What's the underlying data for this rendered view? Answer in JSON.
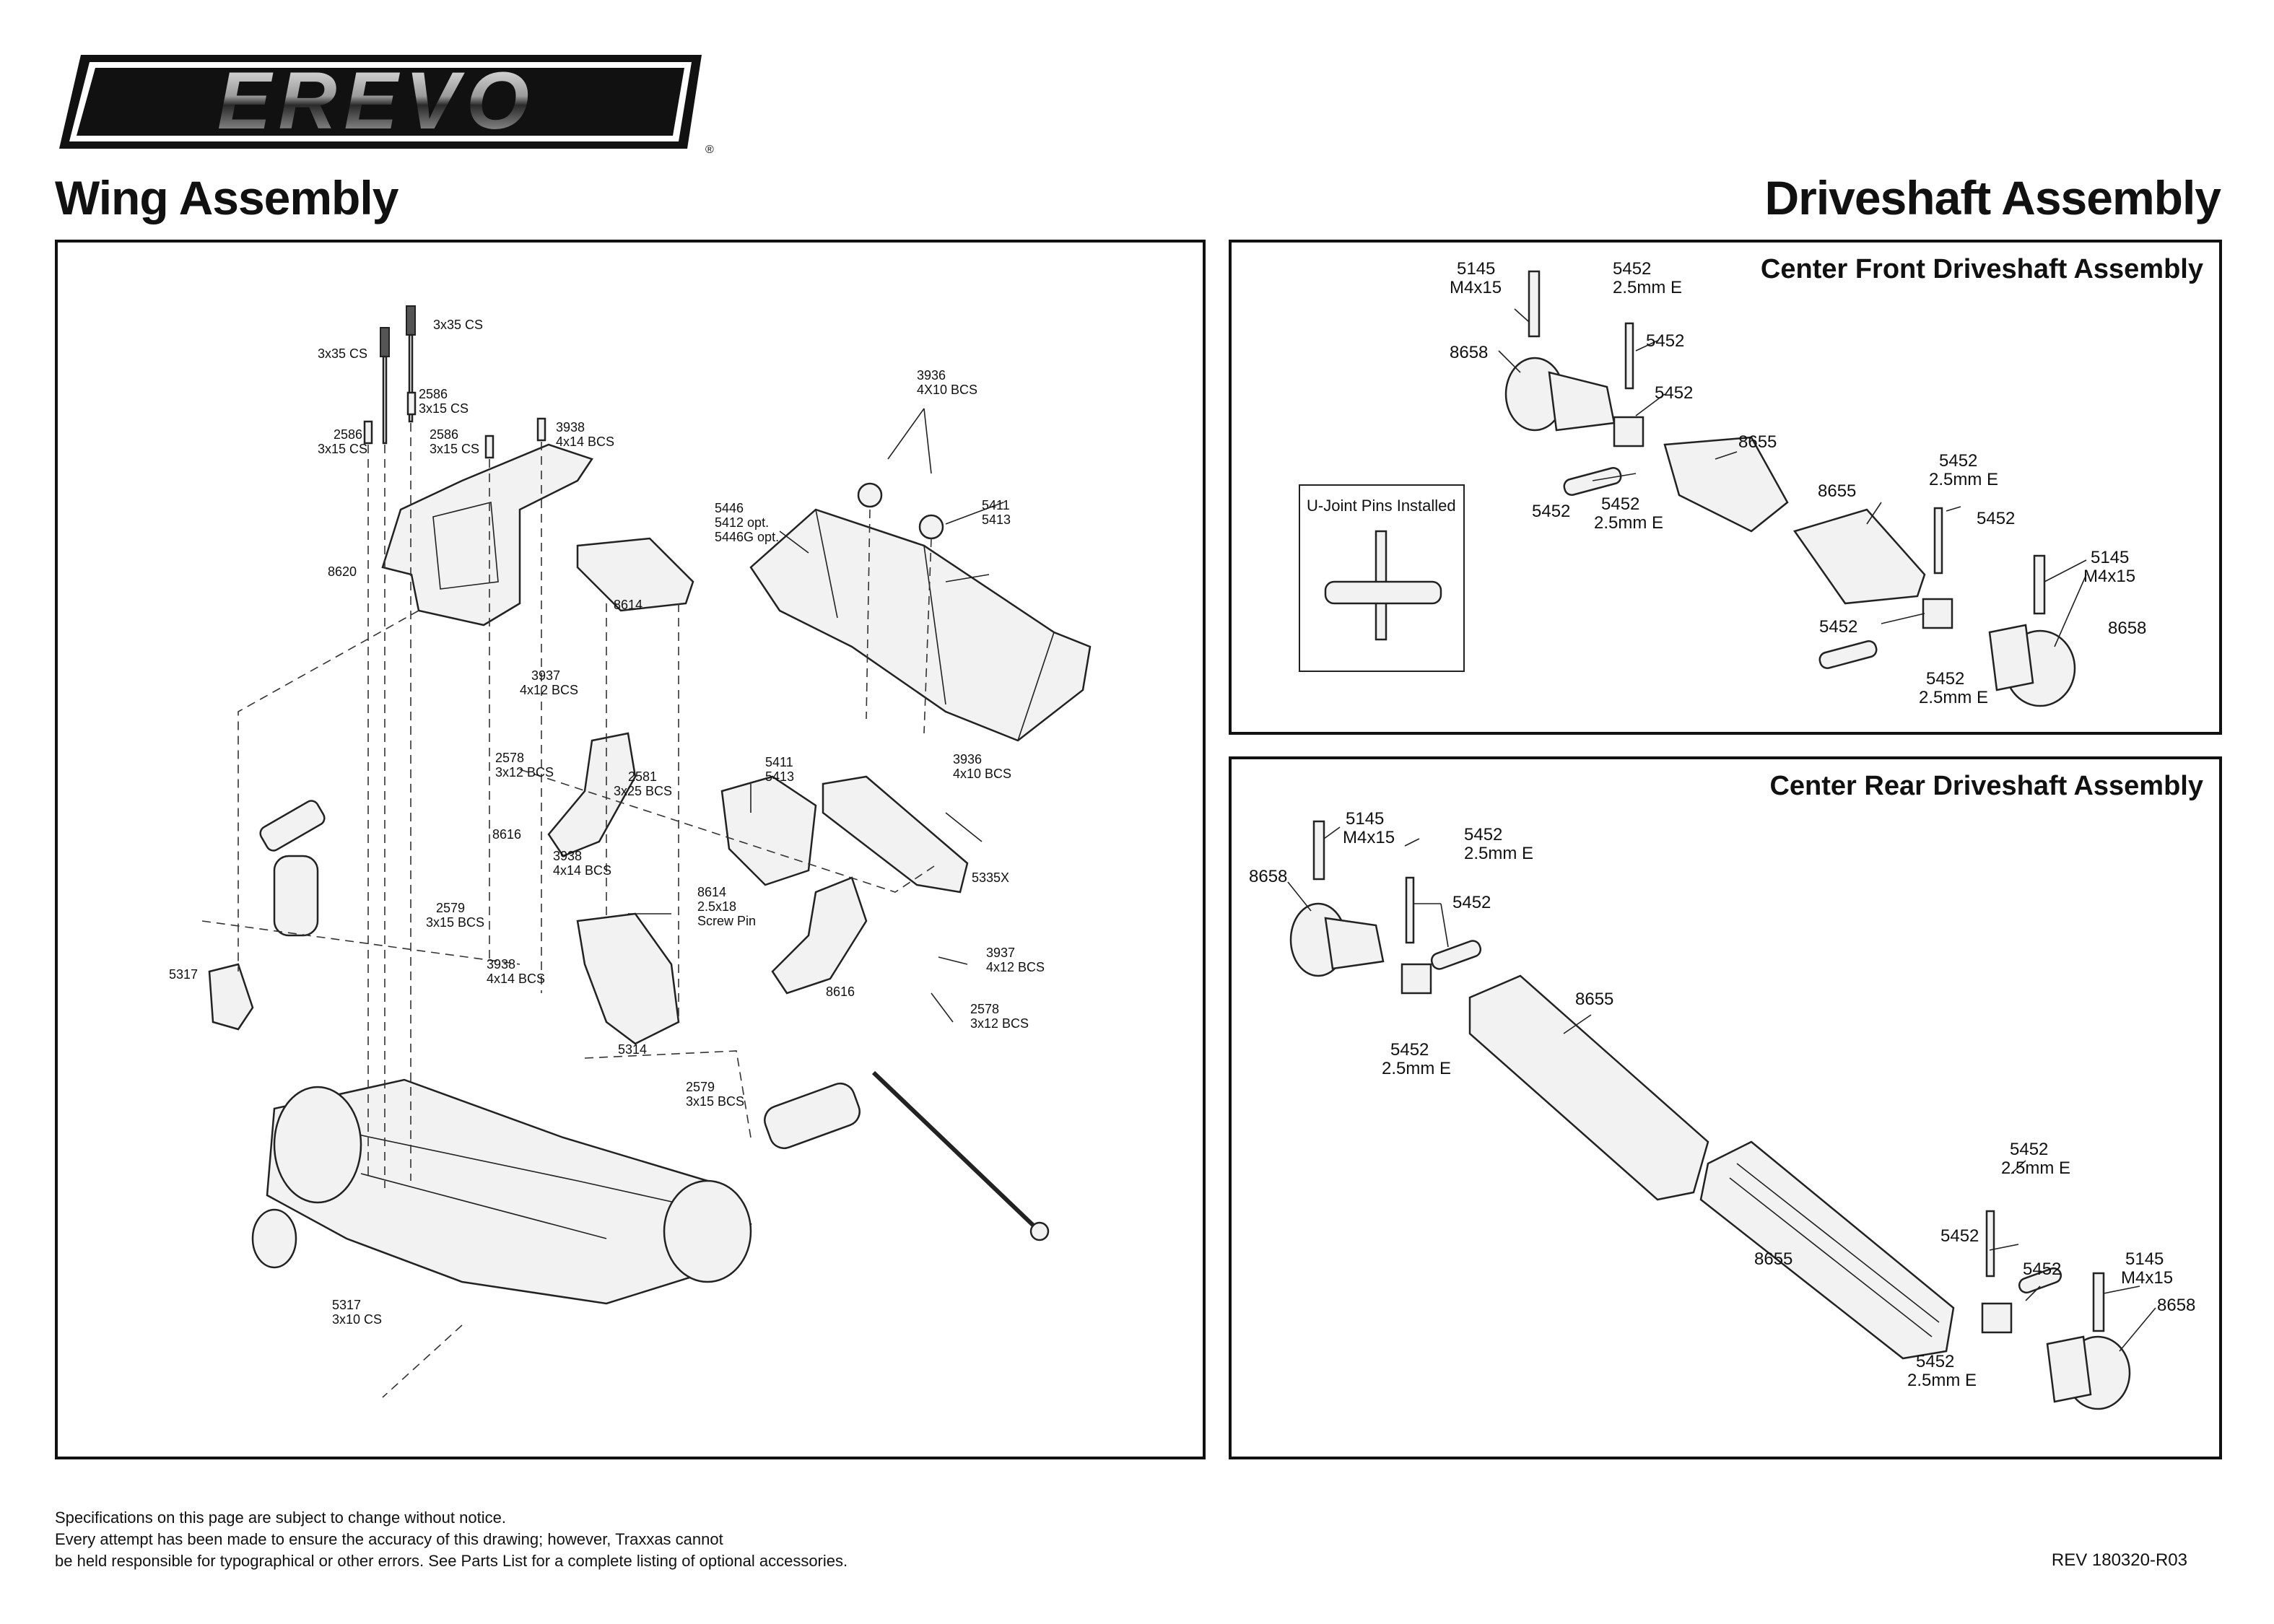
{
  "brand": {
    "logo_text": "EREVO"
  },
  "titles": {
    "left": "Wing Assembly",
    "right": "Driveshaft Assembly"
  },
  "wing_panel": {
    "labels": [
      "3x35 CS",
      "3x35 CS",
      "2586",
      "3x15 CS",
      "2586",
      "3x15 CS",
      "2586",
      "3x15 CS",
      "3938",
      "4x14 BCS",
      "3936",
      "4X10 BCS",
      "5446",
      "5412 opt.",
      "5446G opt.",
      "5411",
      "5413",
      "8620",
      "8614",
      "3937",
      "4x12 BCS",
      "2578",
      "3x12 BCS",
      "2581",
      "3x25 BCS",
      "5411",
      "5413",
      "3936",
      "4x10 BCS",
      "8616",
      "3938",
      "4x14 BCS",
      "5335X",
      "2579",
      "3x15 BCS",
      "8614",
      "2.5x18",
      "Screw Pin",
      "3937",
      "4x12 BCS",
      "3938",
      "4x14 BCS",
      "8616",
      "2578",
      "3x12 BCS",
      "5317",
      "5314",
      "2579",
      "3x15 BCS",
      "5317",
      "3x10 CS"
    ]
  },
  "front_panel": {
    "title": "Center Front Driveshaft Assembly",
    "inset_label": "U-Joint Pins Installed",
    "labels": [
      "5145",
      "M4x15",
      "5452",
      "2.5mm E",
      "8658",
      "5452",
      "5452",
      "8655",
      "5452",
      "5452",
      "2.5mm E",
      "8655",
      "5452",
      "2.5mm E",
      "5452",
      "5145",
      "M4x15",
      "8658",
      "5452",
      "5452",
      "2.5mm E"
    ]
  },
  "rear_panel": {
    "title": "Center Rear Driveshaft Assembly",
    "labels": [
      "5145",
      "M4x15",
      "5452",
      "2.5mm E",
      "8658",
      "5452",
      "8655",
      "5452",
      "2.5mm E",
      "5452",
      "2.5mm E",
      "5452",
      "8655",
      "5452",
      "5145",
      "M4x15",
      "8658",
      "5452",
      "2.5mm E"
    ]
  },
  "footer": {
    "line1": "Specifications on this page are subject to change without notice.",
    "line2": "Every attempt has been made to ensure the accuracy of this drawing; however,  Traxxas cannot",
    "line3": "be held responsible for typographical or other errors. See Parts List for a complete listing of optional accessories.",
    "revision": "REV 180320-R03"
  }
}
